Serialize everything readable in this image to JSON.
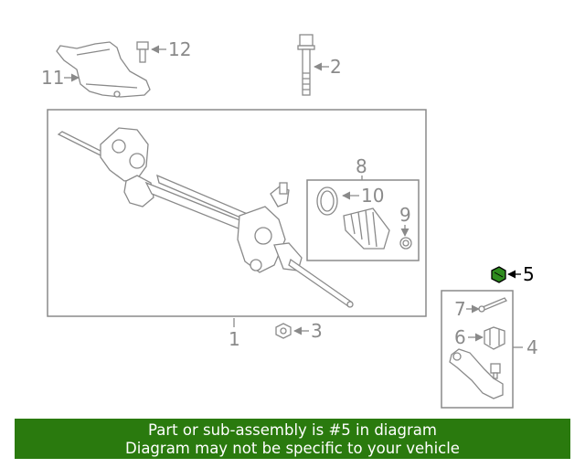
{
  "colors": {
    "line": "#8a8a8a",
    "highlight_part": "#2e8b1e",
    "banner_bg": "#2a7a0e",
    "banner_text": "#ffffff"
  },
  "callouts": {
    "c1": "1",
    "c2": "2",
    "c3": "3",
    "c4": "4",
    "c5": "5",
    "c6": "6",
    "c7": "7",
    "c8": "8",
    "c9": "9",
    "c10": "10",
    "c11": "11",
    "c12": "12"
  },
  "banner": {
    "line1": "Part or sub-assembly is #5 in diagram",
    "line2": "Diagram may not be specific to your vehicle"
  }
}
